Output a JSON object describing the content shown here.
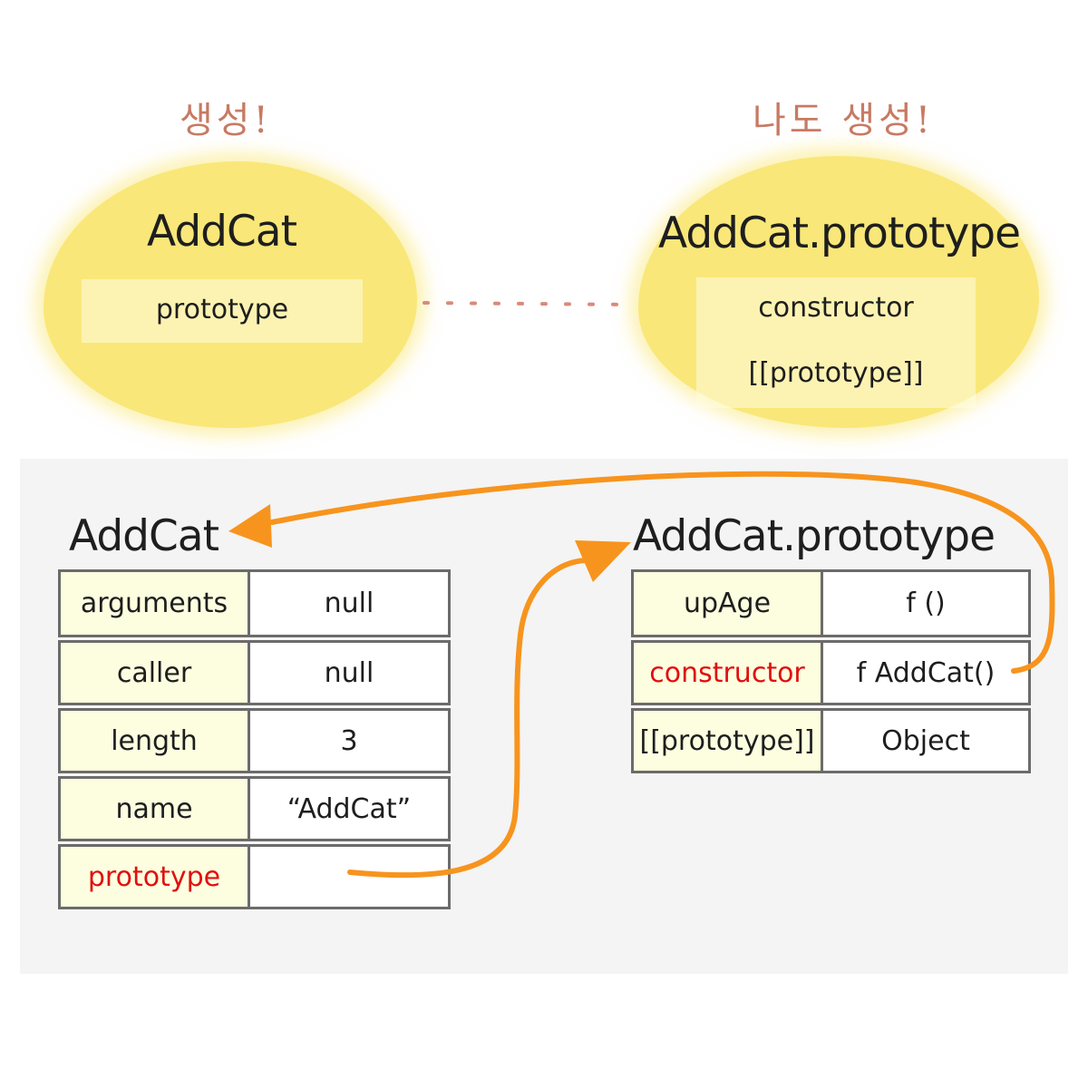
{
  "top": {
    "left": {
      "note": "생성!",
      "title": "AddCat",
      "box_items": [
        "prototype"
      ]
    },
    "right": {
      "note": "나도 생성!",
      "title": "AddCat.prototype",
      "box_items": [
        "constructor",
        "[[prototype]]"
      ]
    }
  },
  "bottom": {
    "left_table": {
      "title": "AddCat",
      "rows": [
        {
          "key": "arguments",
          "value": "null",
          "highlight": false
        },
        {
          "key": "caller",
          "value": "null",
          "highlight": false
        },
        {
          "key": "length",
          "value": "3",
          "highlight": false
        },
        {
          "key": "name",
          "value": "“AddCat”",
          "highlight": false
        },
        {
          "key": "prototype",
          "value": "",
          "highlight": true
        }
      ]
    },
    "right_table": {
      "title": "AddCat.prototype",
      "rows": [
        {
          "key": "upAge",
          "value": "f ()",
          "highlight": false
        },
        {
          "key": "constructor",
          "value": "f AddCat()",
          "highlight": true
        },
        {
          "key": "[[prototype]]",
          "value": "Object",
          "highlight": false
        }
      ]
    }
  },
  "colors": {
    "blob": "#f9e779",
    "handwriting": "#c77a63",
    "arrow": "#f7941d",
    "dotted_link": "#d98a7a",
    "highlight_text": "#e01010",
    "key_cell": "#fdfde0",
    "panel": "#f4f4f4"
  }
}
